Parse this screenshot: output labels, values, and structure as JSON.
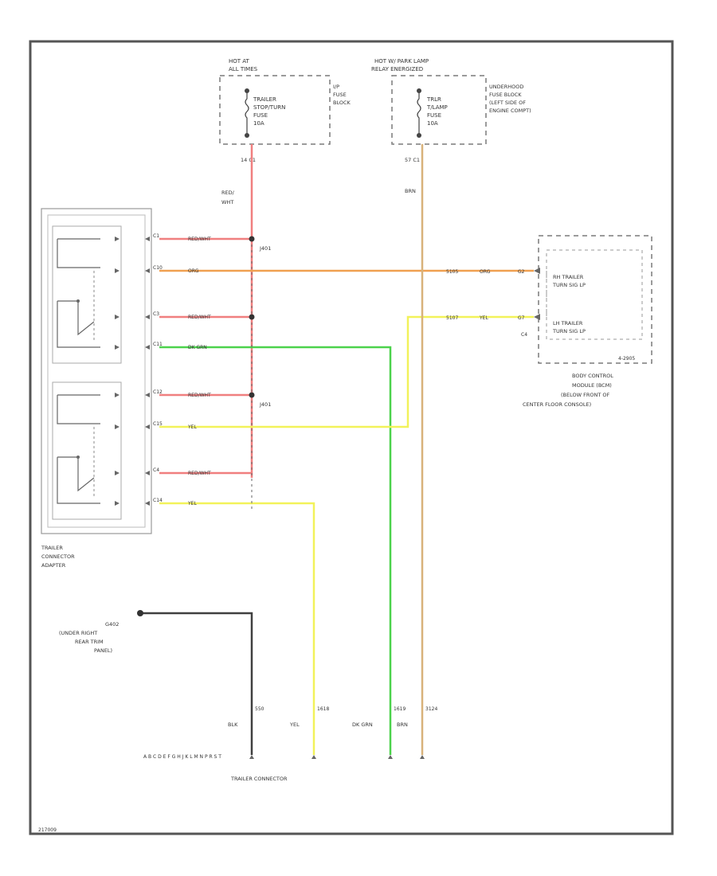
{
  "colors": {
    "red_wht": "#f07f7f",
    "orange": "#f0a050",
    "green": "#4cd24c",
    "yellow": "#f2f25a",
    "brown": "#d8b27a",
    "black": "#404040",
    "frame": "#505050",
    "dash": "#7a7a7a"
  },
  "fuse_left": {
    "title1": "HOT AT",
    "title2": "ALL TIMES",
    "label1": "TRAILER",
    "label2": "STOP/TURN",
    "label3": "FUSE",
    "label4": "10A",
    "block1": "I/P",
    "block2": "FUSE",
    "block3": "BLOCK",
    "pins": "14 C1"
  },
  "fuse_right": {
    "title1": "HOT W/ PARK LAMP",
    "title2": "RELAY ENERGIZED",
    "label1": "TRLR",
    "label2": "T/LAMP",
    "label3": "FUSE",
    "label4": "10A",
    "block1": "UNDERHOOD",
    "block2": "FUSE BLOCK",
    "block3": "(LEFT SIDE OF",
    "block4": "ENGINE COMPT)",
    "pins": "57 C1"
  },
  "wires": {
    "red_wht_1": "RED/",
    "red_wht_2": "WHT",
    "brn": "BRN",
    "orange": "ORG",
    "red_wht": "RED/WHT",
    "dk_grn": "DK GRN",
    "yel": "YEL",
    "blk": "BLK"
  },
  "splices": {
    "j1": "J401",
    "j2": "J401"
  },
  "adapter_pins": {
    "p1": "C1",
    "p2": "C10",
    "p3": "C3",
    "p4": "C11",
    "p5": "C12",
    "p6": "C15",
    "p7": "C4",
    "p8": "C14"
  },
  "bcm": {
    "circuit_rh": "5105",
    "wire_rh": "ORG",
    "pin_rh": "G2",
    "circuit_lh": "5107",
    "wire_lh": "YEL",
    "pin_lh": "G7",
    "connector": "C4",
    "rh_label1": "RH TRAILER",
    "rh_label2": "TURN SIG LP",
    "lh_label1": "LH TRAILER",
    "lh_label2": "TURN SIG LP",
    "code": "4-2905",
    "caption1": "BODY CONTROL",
    "caption2": "MODULE (BCM)",
    "caption3": "(BELOW FRONT OF",
    "caption4": "CENTER FLOOR CONSOLE)"
  },
  "adapter_caption": {
    "line1": "TRAILER",
    "line2": "CONNECTOR",
    "line3": "ADAPTER"
  },
  "ground": {
    "line1": "G402",
    "line2": "(UNDER RIGHT",
    "line3": "REAR TRIM",
    "line4": "PANEL)"
  },
  "trailer_connector": {
    "label": "TRAILER CONNECTOR",
    "pin_letters": "A  B  C  D  E  F  G  H  J  K  L  M  N  P  R  S  T",
    "circuit_blk": "550",
    "circuit_yel": "1618",
    "circuit_grn": "1619",
    "circuit_brn": "3124"
  },
  "footer_code": "217009"
}
